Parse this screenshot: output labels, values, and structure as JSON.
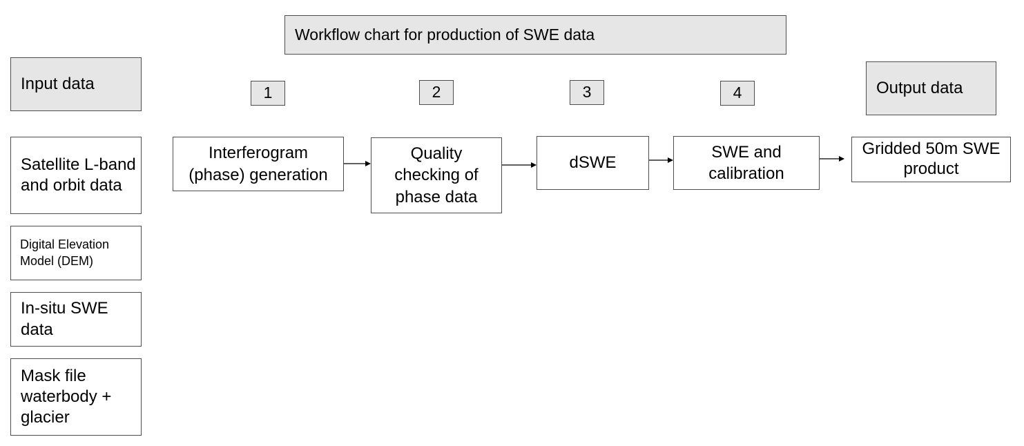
{
  "title": "Workflow chart for production of SWE data",
  "input_header": "Input data",
  "output_header": "Output data",
  "inputs": [
    "Satellite L-band and orbit data",
    "Digital Elevation Model (DEM)",
    "In-situ SWE data",
    "Mask file waterbody + glacier"
  ],
  "step_numbers": [
    "1",
    "2",
    "3",
    "4"
  ],
  "steps": [
    "Interferogram (phase) generation",
    "Quality checking of phase data",
    "dSWE",
    "SWE and calibration"
  ],
  "output": "Gridded 50m SWE product"
}
